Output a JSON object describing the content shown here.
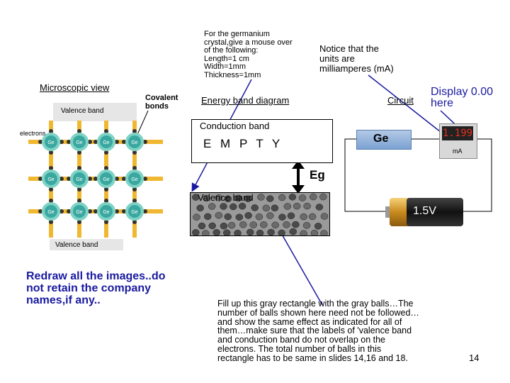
{
  "notes": {
    "top": "For the germanium\ncrystal,give a mouse over\nof the following:\nLength=1 cm\nWidth=1mm\nThickness=1mm",
    "units": "Notice that the\nunits are\nmilliamperes (mA)",
    "display": "Display 0.00\nhere",
    "redraw": "Redraw all the images..do not retain the company names,if any..",
    "fill": "Fill up this gray rectangle with the gray balls…The number of balls shown here need not be followed…and show the same effect as indicated for all of them…make sure that the labels of 'valence band and conduction band do not overlap on the electrons. The total number of balls in this rectangle has to be same in slides 14,16 and 18."
  },
  "microscopic": {
    "title": "Microscopic view",
    "valence_band_1": "Valence band",
    "valence_band_2": "Valence band",
    "covalent": "Covalent\nbonds",
    "electrons": "electrons",
    "atom_label": "Ge"
  },
  "energy": {
    "title": "Energy band diagram",
    "conduction": "Conduction band",
    "empty": "E M P T Y",
    "eg": "Eg",
    "valence": "Valence band"
  },
  "circuit": {
    "title": "Circuit",
    "ge": "Ge",
    "meter_reading": "1.199",
    "meter_unit": "mA",
    "battery": "1.5V"
  },
  "page_number": "14",
  "colors": {
    "note_text": "#1a1aa0",
    "valence_fill": "#9a9a9a",
    "ge_box": "#7ba2d2",
    "arrow": "#1a1aa0"
  }
}
